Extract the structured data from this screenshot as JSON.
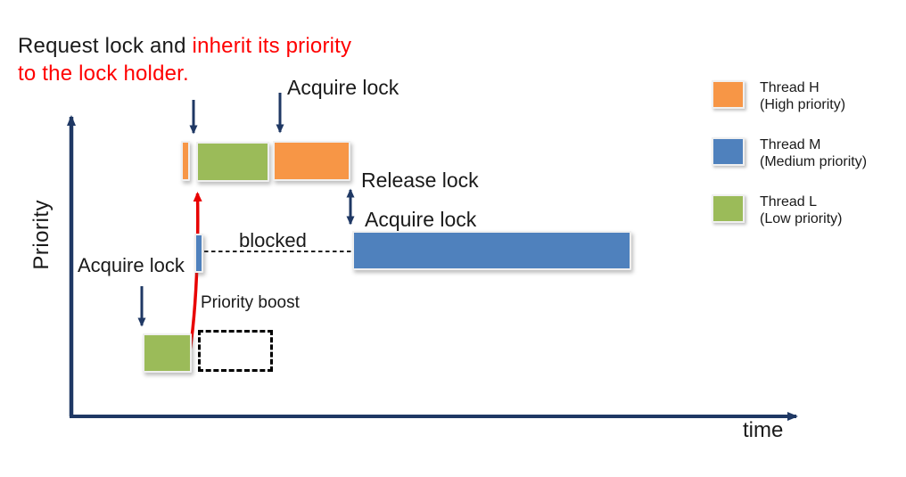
{
  "title": {
    "black_part": "Request lock and ",
    "red_part": "inherit its priority",
    "red_line2": "to the lock holder."
  },
  "axes": {
    "y_label": "Priority",
    "x_label": "time"
  },
  "annotations": {
    "acquire_lock_top": "Acquire lock",
    "release_lock": "Release lock",
    "acquire_lock_mid": "Acquire lock",
    "acquire_lock_left": "Acquire lock",
    "blocked": "blocked",
    "priority_boost": "Priority boost"
  },
  "legend": {
    "items": [
      {
        "name": "Thread H",
        "desc": "(High priority)",
        "color_key": "orange"
      },
      {
        "name": "Thread M",
        "desc": "(Medium priority)",
        "color_key": "blue"
      },
      {
        "name": "Thread L",
        "desc": "(Low priority)",
        "color_key": "green"
      }
    ]
  },
  "bars": [
    {
      "id": "thread-h-start-sliver",
      "thread": "Thread H",
      "row": "high"
    },
    {
      "id": "thread-l-boosted-segment",
      "thread": "Thread L",
      "row": "high"
    },
    {
      "id": "thread-h-running-segment",
      "thread": "Thread H",
      "row": "high"
    },
    {
      "id": "thread-m-blocked-sliver",
      "thread": "Thread M",
      "row": "medium"
    },
    {
      "id": "thread-m-running-segment",
      "thread": "Thread M",
      "row": "medium"
    },
    {
      "id": "thread-l-start-segment",
      "thread": "Thread L",
      "row": "low"
    },
    {
      "id": "thread-l-original-slot-dashed",
      "thread": "Thread L",
      "row": "low",
      "style": "dashed-outline"
    }
  ],
  "colors": {
    "orange": "#F79646",
    "green": "#9BBB59",
    "blue": "#4F81BD",
    "navy": "#1F3864",
    "red_text": "#FF0000",
    "red_arrow": "#E80000",
    "black": "#000000",
    "text": "#1A1A1A"
  }
}
